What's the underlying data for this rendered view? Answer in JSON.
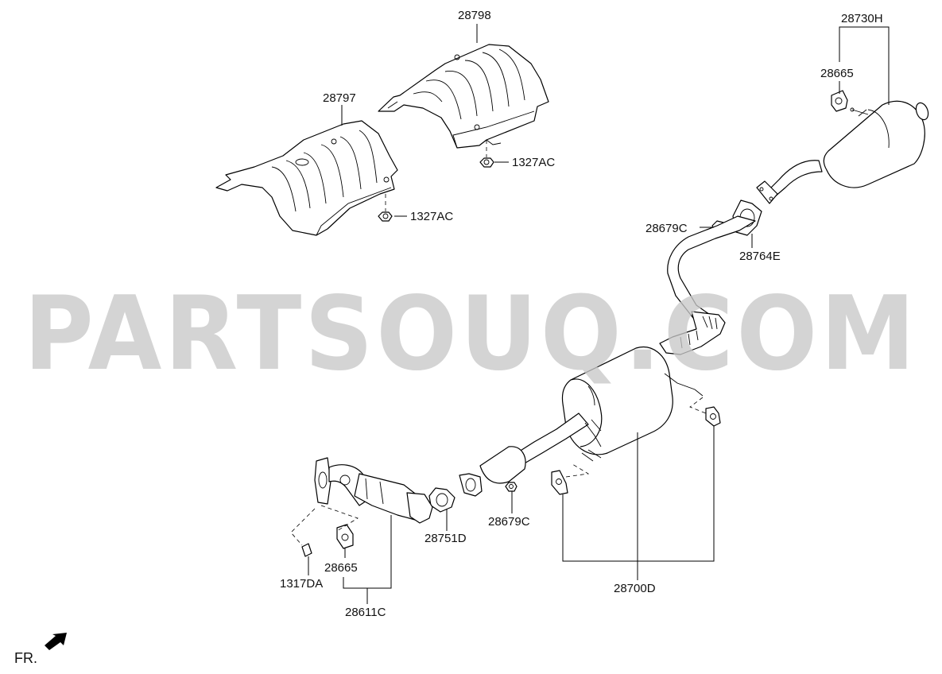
{
  "watermark": "PARTSOUQ.COM",
  "orientation_label": "FR.",
  "labels": {
    "l28798": "28798",
    "l28797": "28797",
    "l1327ac_a": "1327AC",
    "l1327ac_b": "1327AC",
    "l28730h": "28730H",
    "l28665_top": "28665",
    "l28679c_top": "28679C",
    "l28764e": "28764E",
    "l28751d": "28751D",
    "l28679c_mid": "28679C",
    "l1317da": "1317DA",
    "l28665_low": "28665",
    "l28611c": "28611C",
    "l28700d": "28700D"
  }
}
